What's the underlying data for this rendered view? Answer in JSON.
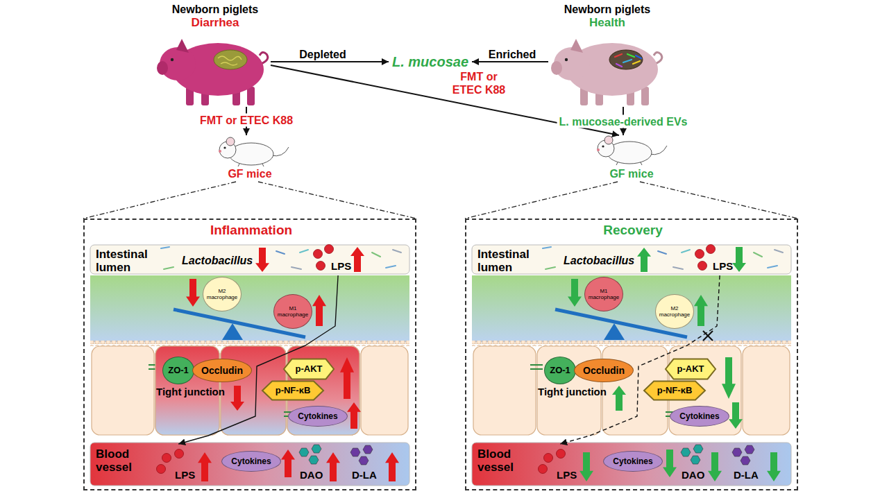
{
  "diagram": {
    "nodes": [
      {
        "text": [
          "Newborn piglets",
          "Diarrhea"
        ]
      },
      {
        "text": [
          "L. mucosae"
        ]
      },
      {
        "text": [
          "Newborn piglets",
          "Health"
        ]
      },
      {
        "text": [
          "GF mice"
        ]
      },
      {
        "text": [
          "GF mice"
        ]
      },
      {
        "text": [
          "Inflammation"
        ]
      },
      {
        "text": [
          "Intestinal lumen",
          "Lactobacillus",
          "LPS"
        ],
        "in": 5
      },
      {
        "text": [
          "M2 macrophage"
        ],
        "in": 5
      },
      {
        "text": [
          "M1 macrophage"
        ],
        "in": 5
      },
      {
        "text": [
          "ZO-1"
        ],
        "in": 5
      },
      {
        "text": [
          "Occludin"
        ],
        "in": 5
      },
      {
        "text": [
          "p-AKT"
        ],
        "in": 5
      },
      {
        "text": [
          "p-NF-κB"
        ],
        "in": 5
      },
      {
        "text": [
          "Cytokines"
        ],
        "in": 5
      },
      {
        "text": [
          "Blood vessel",
          "LPS",
          "DAO",
          "D-LA"
        ],
        "in": 5
      },
      {
        "text": [
          "Cytokines"
        ],
        "in": 14
      },
      {
        "text": [
          "Recovery"
        ]
      },
      {
        "text": [
          "Intestinal lumen",
          "Lactobacillus",
          "LPS"
        ],
        "in": 16
      },
      {
        "text": [
          "M1 macrophage"
        ],
        "in": 16
      },
      {
        "text": [
          "M2 macrophage"
        ],
        "in": 16
      },
      {
        "text": [
          "ZO-1"
        ],
        "in": 16
      },
      {
        "text": [
          "Occludin"
        ],
        "in": 16
      },
      {
        "text": [
          "p-AKT"
        ],
        "in": 16
      },
      {
        "text": [
          "p-NF-κB"
        ],
        "in": 16
      },
      {
        "text": [
          "Cytokines"
        ],
        "in": 16
      },
      {
        "text": [
          "Blood vessel",
          "LPS",
          "DAO",
          "D-LA"
        ],
        "in": 16
      },
      {
        "text": [
          "Cytokines"
        ],
        "in": 25
      }
    ],
    "edges": [
      {
        "from": 0,
        "to": 1,
        "label": "Depleted",
        "arrow": "to"
      },
      {
        "from": 2,
        "to": 1,
        "label": "Enriched",
        "arrow": "to"
      },
      {
        "from": 0,
        "to": 3,
        "label": "FMT or ETEC K88",
        "arrow": "to"
      },
      {
        "from": 0,
        "to": 4,
        "label": "FMT or ETEC K88",
        "arrow": "to"
      },
      {
        "from": 2,
        "to": 4,
        "label": "L. mucosae-derived EVs",
        "arrow": "to"
      },
      {
        "from": 6,
        "to": 14,
        "arrow": "to"
      },
      {
        "from": 17,
        "to": 25,
        "arrow": "to"
      }
    ],
    "labels": [
      "Tight junction",
      "Tight junction"
    ]
  }
}
